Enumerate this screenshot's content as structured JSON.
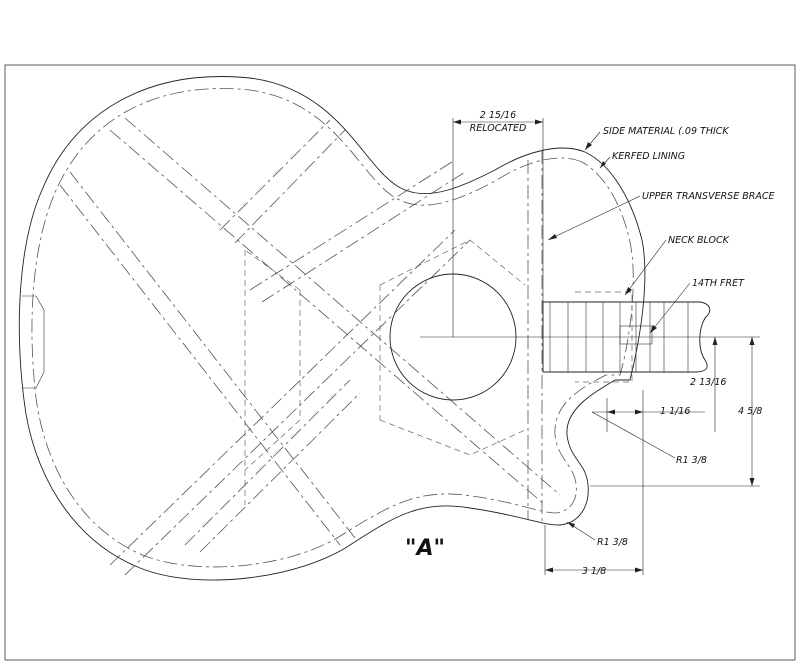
{
  "sheet": {
    "view_label": "\"A\""
  },
  "labels": {
    "side_material": "SIDE MATERIAL (.09 THICK",
    "kerfed_lining": "KERFED LINING",
    "upper_transverse_brace": "UPPER TRANSVERSE BRACE",
    "neck_block": "NECK BLOCK",
    "fourteenth_fret": "14TH FRET",
    "radius_upper": "R1 3/8",
    "radius_lower": "R1 3/8"
  },
  "dimensions": {
    "top_width": "2 15/16",
    "top_note": "RELOCATED",
    "dim_2_13_16": "2 13/16",
    "dim_1_1_16": "1 1/16",
    "dim_4_5_8": "4 5/8",
    "dim_3_1_8": "3 1/8"
  }
}
